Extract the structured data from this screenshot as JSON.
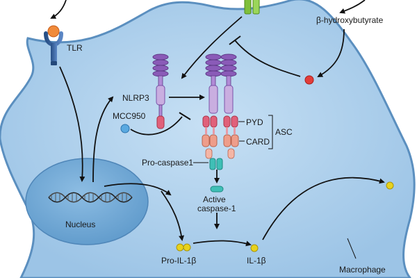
{
  "labels": {
    "tlr": "TLR",
    "bhb": "β-hydroxybutyrate",
    "nlrp3": "NLRP3",
    "mcc950": "MCC950",
    "pyd": "PYD",
    "asc": "ASC",
    "card": "CARD",
    "pro_caspase1": "Pro-caspase1",
    "active": "Active",
    "caspase1": "caspase-1",
    "nucleus": "Nucleus",
    "pro_il1b": "Pro-IL-1β",
    "il1b": "IL-1β",
    "macrophage": "Macrophage"
  },
  "colors": {
    "cytoplasm": "#a9cdea",
    "cell_edge": "#5b8fbf",
    "nucleus": "#6ea6d2",
    "nlrp3_purple": "#9a6bc4",
    "nlrp3_light": "#c9aee0",
    "pyd_pink": "#e0607a",
    "card_salmon": "#ee9d8a",
    "caspase_teal": "#3fbfb6",
    "il1b_yellow": "#e8d21c",
    "ketone_red": "#e23d3a",
    "tlr_blue": "#2f5f9e",
    "ligand_orange": "#f08a3a",
    "channel_green": "#8cc63f",
    "mcc950_blue": "#5aa9e0"
  },
  "icons": [
    "tlr-receptor-icon",
    "ligand-icon",
    "membrane-channel-icon",
    "dna-helix-icon",
    "ketone-molecule-icon",
    "mcc950-molecule-icon",
    "il1b-molecule-icon"
  ]
}
